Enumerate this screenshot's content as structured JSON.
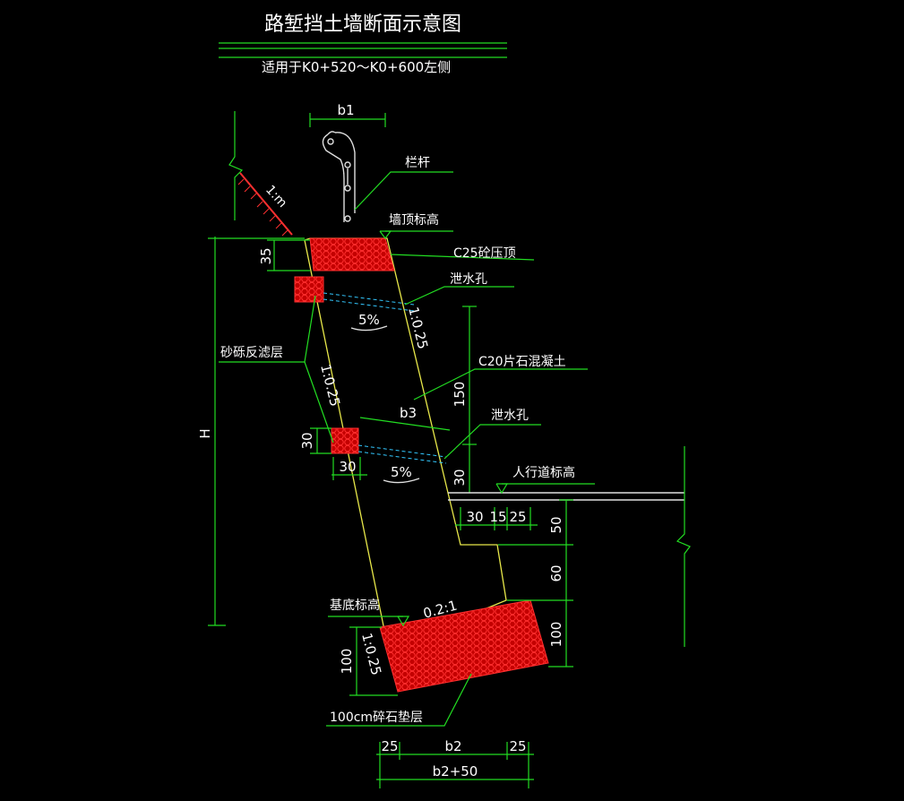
{
  "title": "路堑挡土墙断面示意图",
  "subtitle": "适用于K0+520～K0+600左侧",
  "labels": {
    "railing": "栏杆",
    "wall_top_elev": "墙顶标高",
    "c25_cap": "C25砼压顶",
    "drain_hole_1": "泄水孔",
    "c20_rubble": "C20片石混凝土",
    "drain_hole_2": "泄水孔",
    "sidewalk_elev": "人行道标高",
    "gravel_filter": "砂砾反滤层",
    "base_elev": "基底标高",
    "gravel_cushion": "100cm碎石垫层",
    "slope_1m": "1:m",
    "slope_back": "1:0.25",
    "slope_face": "1:0.25",
    "slope_base_face": "1:0.25",
    "base_slope": "0.2:1",
    "grade_1": "5%",
    "grade_2": "5%"
  },
  "dimensions": {
    "b1": "b1",
    "b3": "b3",
    "b2": "b2",
    "b2_plus": "b2+50",
    "d35": "35",
    "d150": "150",
    "d30_hole": "30",
    "d30_right": "30",
    "d30_bottom": "30",
    "H": "H",
    "d30a": "30",
    "d15": "15",
    "d25a": "25",
    "d50": "50",
    "d60": "60",
    "d100_right": "100",
    "d100_left": "100",
    "d25_left": "25",
    "d25_right": "25"
  },
  "colors": {
    "background": "#000000",
    "dim_lines": "#22dd22",
    "wall_outline": "#e8e84a",
    "hatch": "#ff1a1a",
    "drain": "#33c8ff",
    "text": "#ffffff"
  }
}
